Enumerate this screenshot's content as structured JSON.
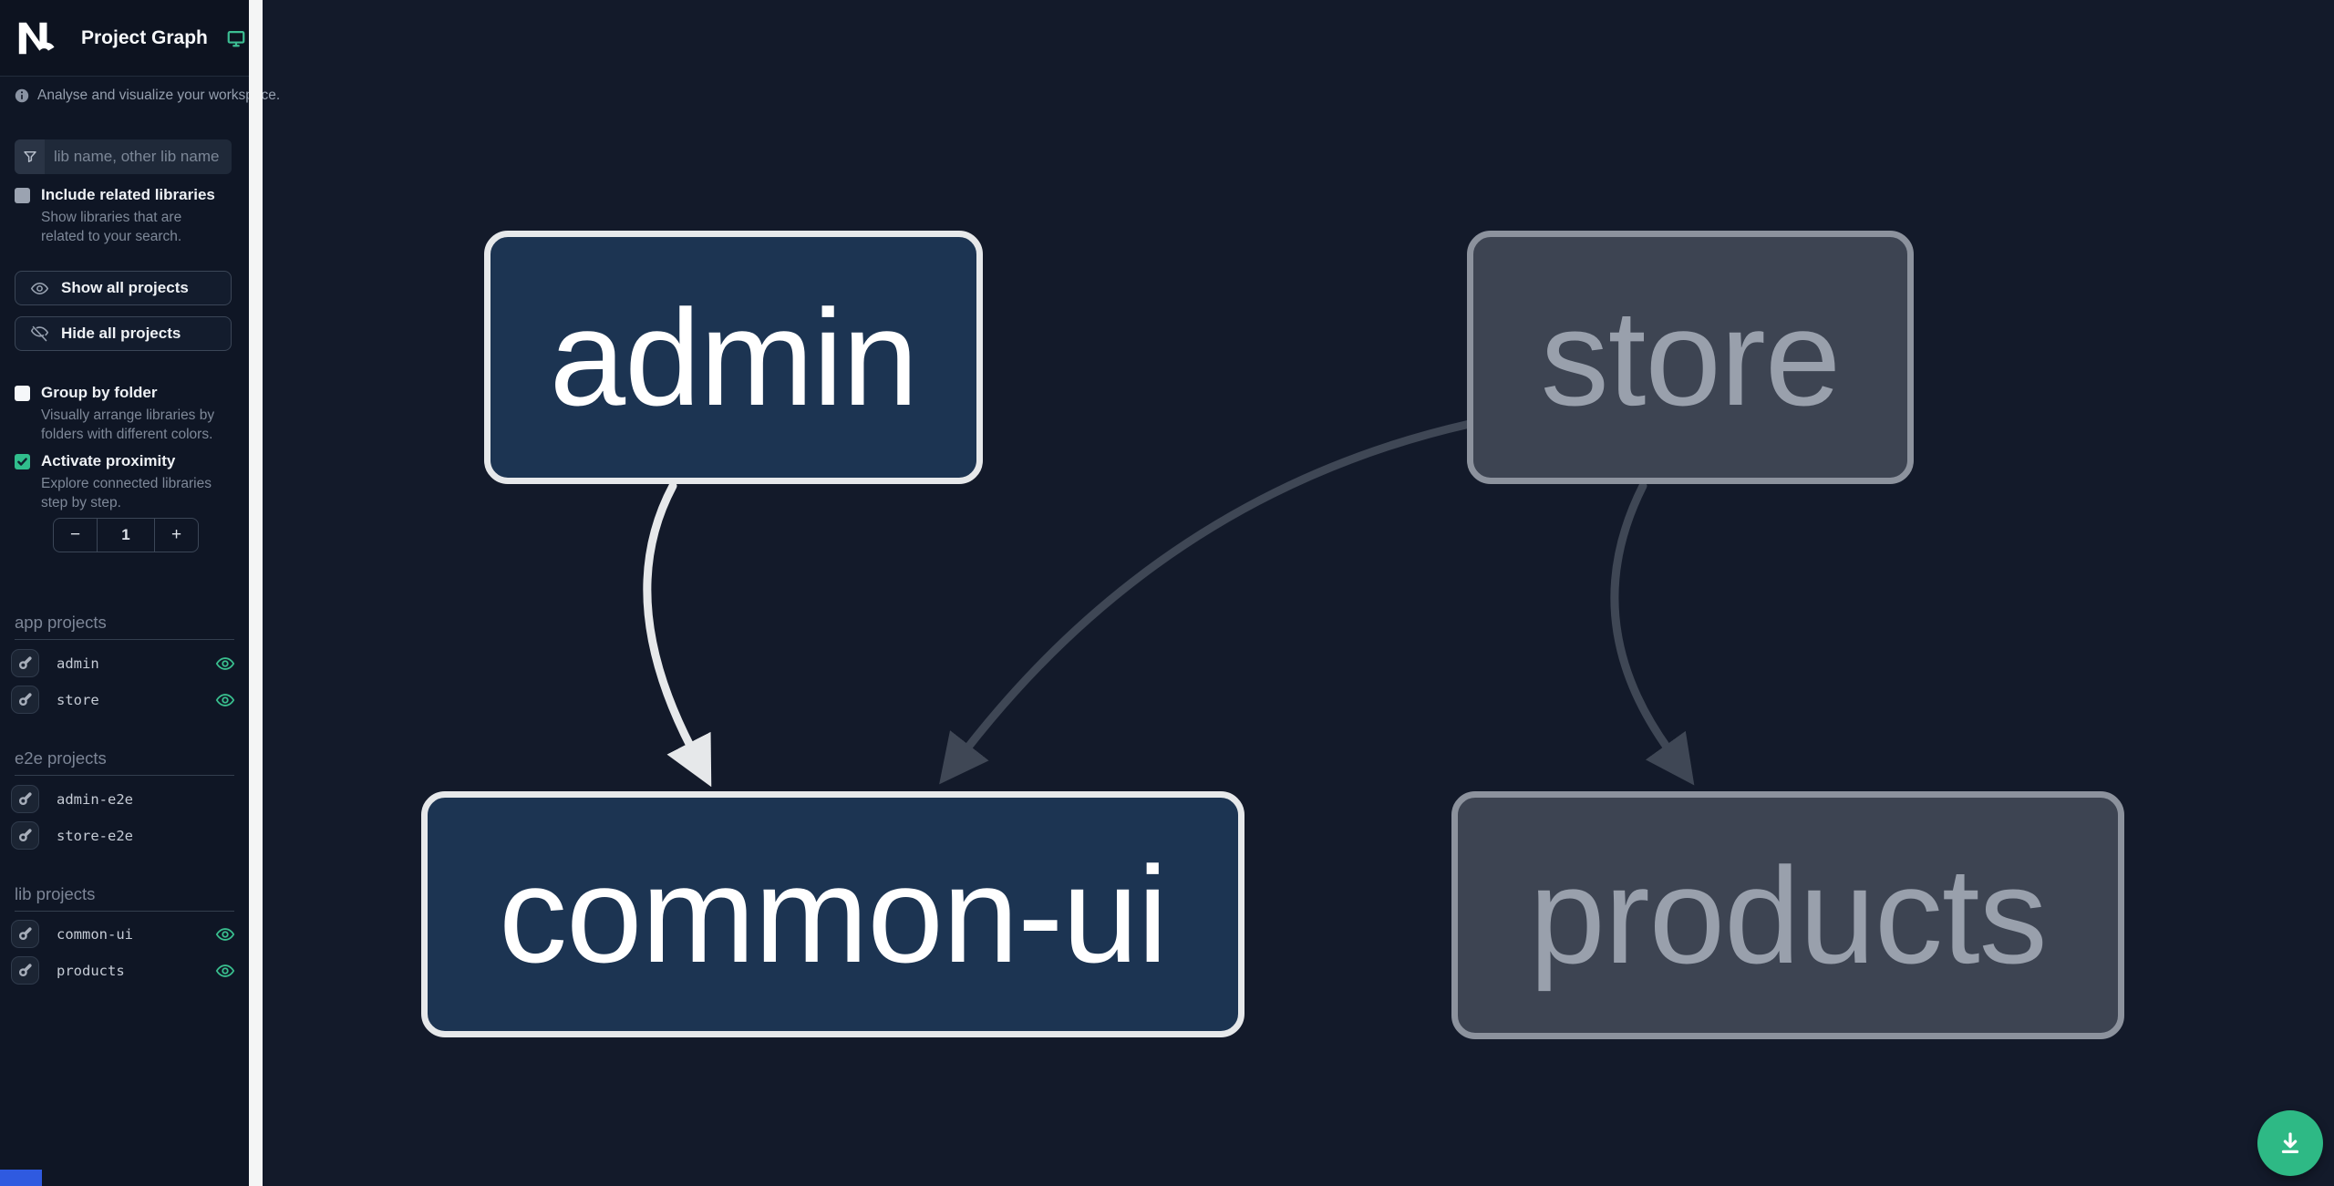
{
  "header": {
    "title": "Project Graph",
    "logo": "nx-logo",
    "theme_icon": "monitor-icon"
  },
  "info": {
    "text": "Analyse and visualize your workspace."
  },
  "search": {
    "placeholder": "lib name, other lib name",
    "value": "",
    "icon": "filter-funnel-icon"
  },
  "options": {
    "include_related": {
      "label": "Include related libraries",
      "description": "Show libraries that are related to your search.",
      "checked": false
    },
    "group_by_folder": {
      "label": "Group by folder",
      "description": "Visually arrange libraries by folders with different colors.",
      "checked": false
    },
    "activate_proximity": {
      "label": "Activate proximity",
      "description": "Explore connected libraries step by step.",
      "checked": true
    }
  },
  "actions": {
    "show_all": {
      "label": "Show all projects",
      "icon": "eye-icon"
    },
    "hide_all": {
      "label": "Hide all projects",
      "icon": "eye-off-icon"
    }
  },
  "proximity_stepper": {
    "decrement": "−",
    "value": "1",
    "increment": "+"
  },
  "sections": [
    {
      "heading": "app projects",
      "items": [
        {
          "name": "admin",
          "icon": "focus-icon",
          "visible": true,
          "visibility_icon": "eye-icon"
        },
        {
          "name": "store",
          "icon": "focus-icon",
          "visible": true,
          "visibility_icon": "eye-icon"
        }
      ]
    },
    {
      "heading": "e2e projects",
      "items": [
        {
          "name": "admin-e2e",
          "icon": "focus-icon",
          "visible": false
        },
        {
          "name": "store-e2e",
          "icon": "focus-icon",
          "visible": false
        }
      ]
    },
    {
      "heading": "lib projects",
      "items": [
        {
          "name": "common-ui",
          "icon": "focus-icon",
          "visible": true,
          "visibility_icon": "eye-icon"
        },
        {
          "name": "products",
          "icon": "focus-icon",
          "visible": true,
          "visibility_icon": "eye-icon"
        }
      ]
    }
  ],
  "graph": {
    "nodes": [
      {
        "id": "admin",
        "label": "admin",
        "state": "focused"
      },
      {
        "id": "store",
        "label": "store",
        "state": "faded"
      },
      {
        "id": "common-ui",
        "label": "common-ui",
        "state": "focused"
      },
      {
        "id": "products",
        "label": "products",
        "state": "faded"
      }
    ],
    "edges": [
      {
        "from": "admin",
        "to": "common-ui",
        "state": "focused"
      },
      {
        "from": "store",
        "to": "common-ui",
        "state": "faded"
      },
      {
        "from": "store",
        "to": "products",
        "state": "faded"
      }
    ]
  },
  "fab": {
    "icon": "download-icon"
  },
  "colors": {
    "canvas_bg": "#131a2a",
    "sidebar_bg": "#0f1625",
    "node_focused_fill": "#1c3452",
    "node_focused_border": "#e6e8ea",
    "node_faded_fill": "#3d4452",
    "node_faded_border": "#8c929d",
    "edge_focused": "#e6e8ea",
    "edge_faded": "#3f4755",
    "accent_green": "#2eb985",
    "eye_green": "#39be8e"
  }
}
